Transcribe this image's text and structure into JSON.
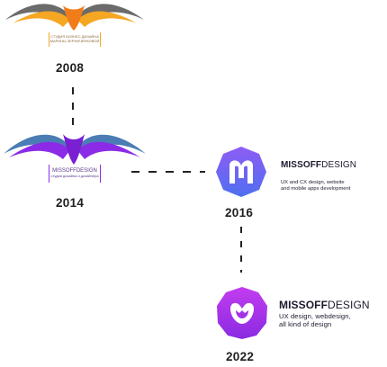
{
  "logo_2008": {
    "caption_line1": "СТУДИЯ БИЗНЕС ДИЗАЙНА",
    "caption_line2": "МАРИНЫ ЗЕРНИЧЕНКОВОЙ",
    "year": "2008",
    "colors": {
      "horn_outer": "#6b6b6b",
      "horn_inner": "#f5a623",
      "head": "#f07d1a"
    }
  },
  "logo_2014": {
    "caption_line1": "MISSOFFDESIGN",
    "caption_line2": "студия дизайна и дизайнера",
    "year": "2014",
    "colors": {
      "horn_outer": "#4a7db3",
      "horn_inner": "#7b3fe4",
      "head": "#7a1fd1"
    }
  },
  "logo_2016": {
    "brand_bold": "MISSOFF",
    "brand_light": "DESIGN",
    "desc_line1": "UX and CX design, website",
    "desc_line2": "and mobile apps development",
    "year": "2016",
    "colors": {
      "badge_top": "#8e5cf5",
      "badge_bottom": "#4f6ff0"
    }
  },
  "logo_2022": {
    "brand_bold": "MISSOFF",
    "brand_light": "DESIGN",
    "desc_line1": "UX design, webdesign,",
    "desc_line2": "all kind of design",
    "year": "2022",
    "colors": {
      "badge_top": "#c23cf0",
      "badge_bottom": "#8a2be2"
    }
  }
}
